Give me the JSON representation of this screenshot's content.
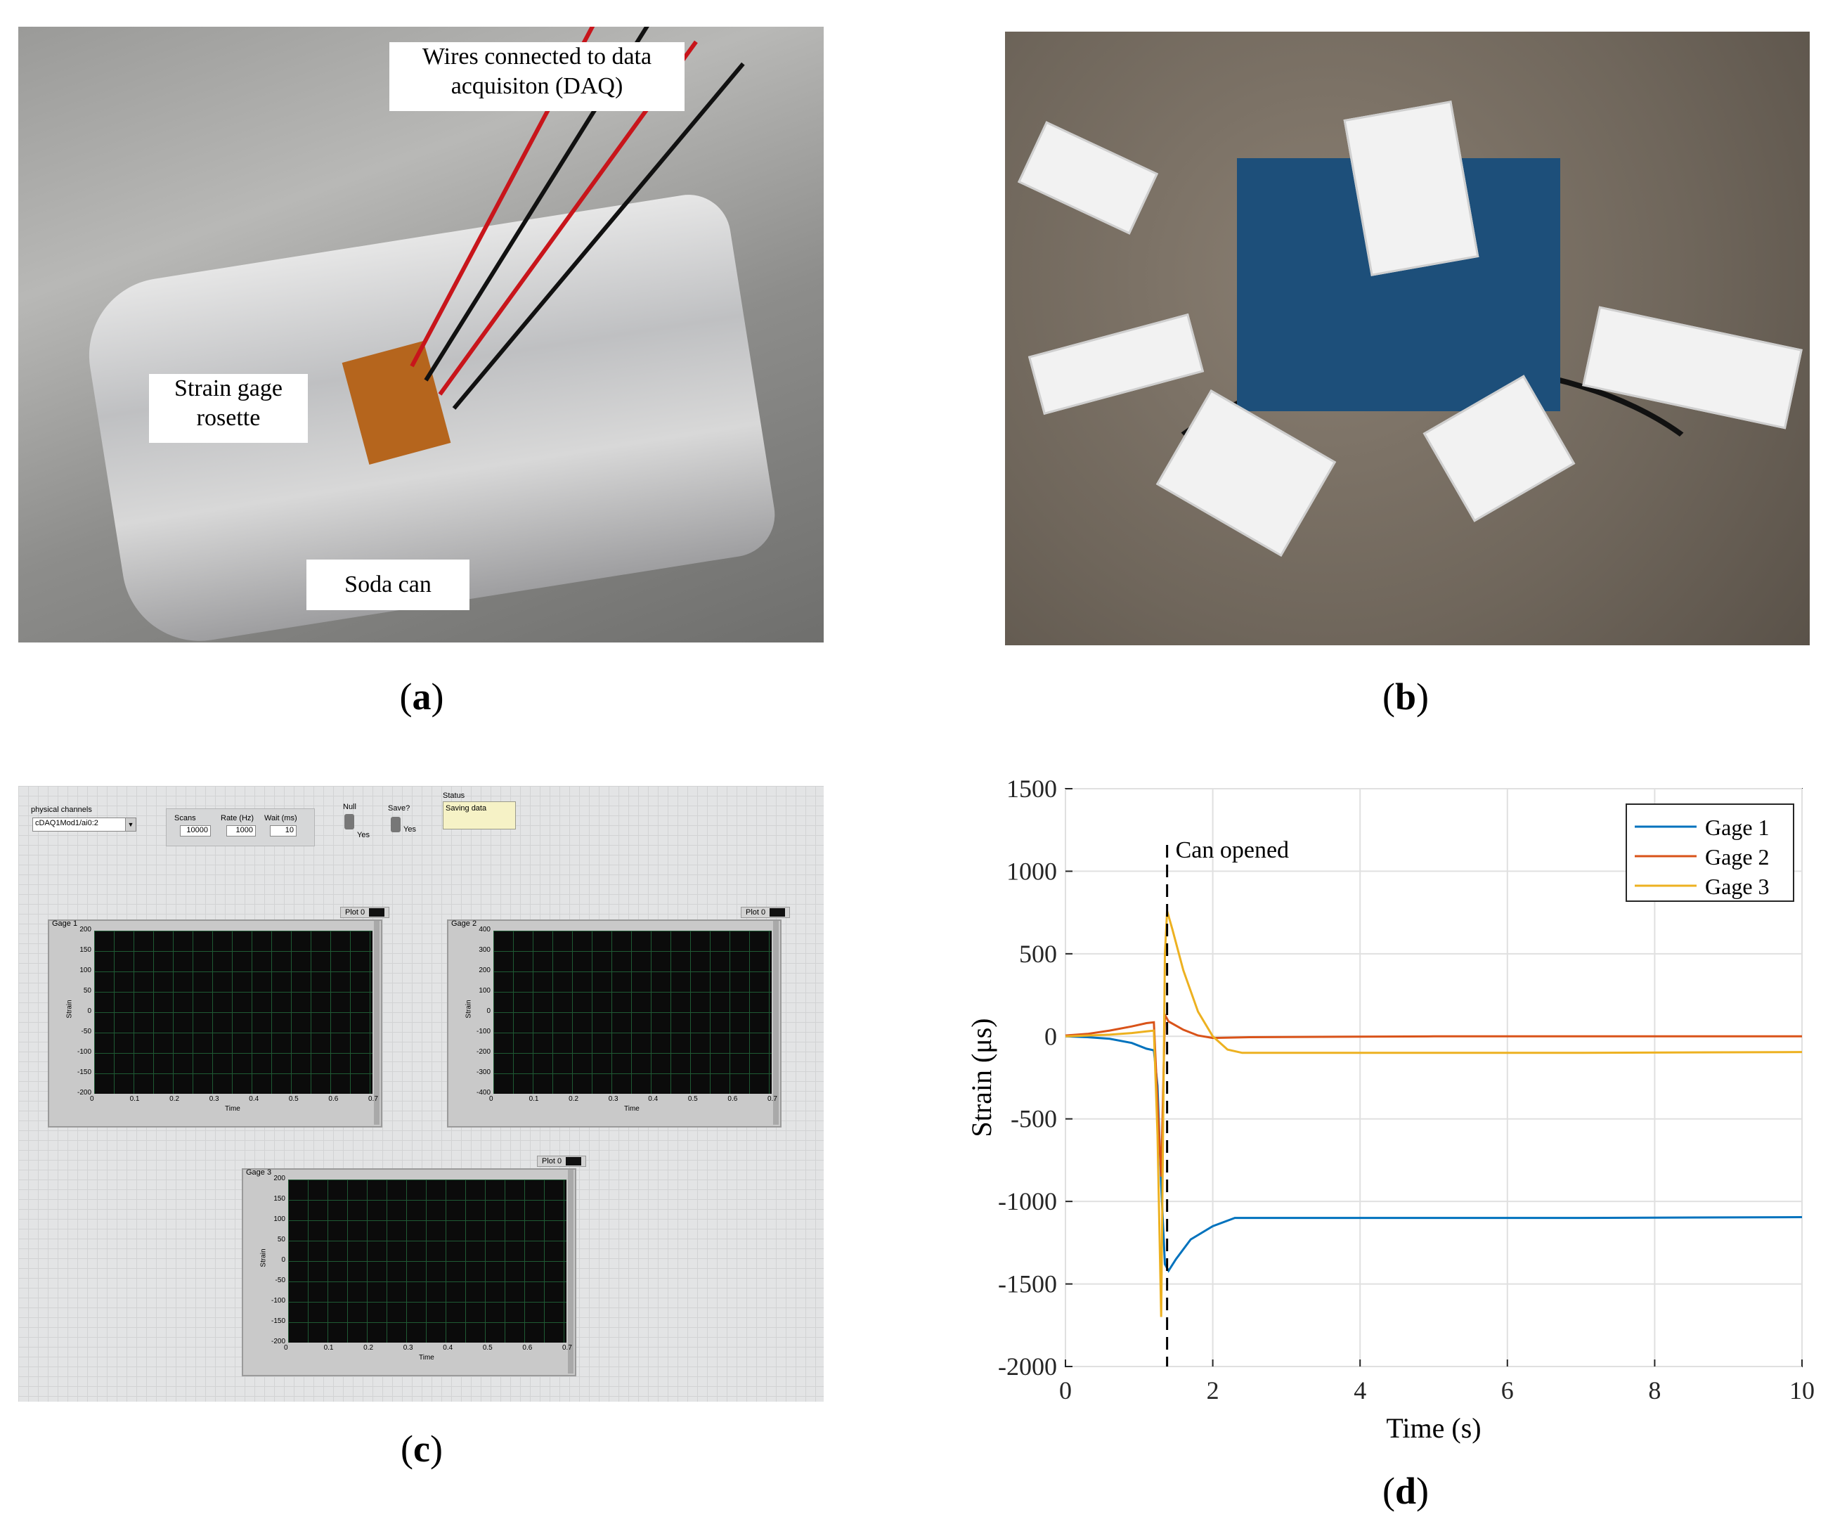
{
  "captions": {
    "a": "a",
    "b": "b",
    "c": "c",
    "d": "d"
  },
  "photo_a": {
    "label_wires": "Wires connected to data acquisiton (DAQ)",
    "label_gage": "Strain gage rosette",
    "label_can": "Soda can"
  },
  "photo_b": {},
  "labview": {
    "physical_channels_label": "physical channels",
    "physical_channels_value": "cDAQ1Mod1/ai0:2",
    "scans_label": "Scans",
    "scans_value": "10000",
    "rate_label": "Rate (Hz)",
    "rate_value": "1000",
    "wait_label": "Wait (ms)",
    "wait_value": "10",
    "null_label": "Null",
    "null_yes": "Yes",
    "save_label": "Save?",
    "save_yes": "Yes",
    "status_label": "Status",
    "status_value": "Saving data",
    "legend_label": "Plot 0",
    "charts": [
      {
        "title": "Gage 1",
        "ylabel": "Strain",
        "xlabel": "Time",
        "yticks": [
          "200",
          "150",
          "100",
          "50",
          "0",
          "-50",
          "-100",
          "-150",
          "-200"
        ],
        "xticks": [
          "0",
          "0.1",
          "0.2",
          "0.3",
          "0.4",
          "0.5",
          "0.6",
          "0.7"
        ]
      },
      {
        "title": "Gage 2",
        "ylabel": "Strain",
        "xlabel": "Time",
        "yticks": [
          "400",
          "300",
          "200",
          "100",
          "0",
          "-100",
          "-200",
          "-300",
          "-400"
        ],
        "xticks": [
          "0",
          "0.1",
          "0.2",
          "0.3",
          "0.4",
          "0.5",
          "0.6",
          "0.7"
        ]
      },
      {
        "title": "Gage 3",
        "ylabel": "Strain",
        "xlabel": "Time",
        "yticks": [
          "200",
          "150",
          "100",
          "50",
          "0",
          "-50",
          "-100",
          "-150",
          "-200"
        ],
        "xticks": [
          "0",
          "0.1",
          "0.2",
          "0.3",
          "0.4",
          "0.5",
          "0.6",
          "0.7"
        ]
      }
    ]
  },
  "chart_data": {
    "type": "line",
    "title": "",
    "xlabel": "Time (s)",
    "ylabel": "Strain (μs)",
    "xlim": [
      0,
      10
    ],
    "ylim": [
      -2000,
      1500
    ],
    "xticks": [
      0,
      2,
      4,
      6,
      8,
      10
    ],
    "yticks": [
      1500,
      1000,
      500,
      0,
      -500,
      -1000,
      -1500,
      -2000
    ],
    "grid": true,
    "legend_position": "top-right",
    "annotation": {
      "text": "Can opened",
      "x": 1.38
    },
    "series": [
      {
        "name": "Gage 1",
        "color": "#0072BD",
        "x": [
          0,
          0.3,
          0.6,
          0.9,
          1.1,
          1.2,
          1.25,
          1.3,
          1.35,
          1.4,
          1.5,
          1.7,
          2.0,
          2.3,
          3,
          5,
          7,
          10
        ],
        "y": [
          0,
          -5,
          -15,
          -40,
          -75,
          -85,
          -300,
          -900,
          -1380,
          -1420,
          -1350,
          -1230,
          -1150,
          -1100,
          -1100,
          -1100,
          -1100,
          -1095
        ]
      },
      {
        "name": "Gage 2",
        "color": "#D95319",
        "x": [
          0,
          0.3,
          0.6,
          0.9,
          1.1,
          1.2,
          1.25,
          1.3,
          1.35,
          1.4,
          1.6,
          1.8,
          2.0,
          2.5,
          5,
          10
        ],
        "y": [
          5,
          15,
          35,
          60,
          80,
          85,
          -400,
          -850,
          130,
          90,
          40,
          5,
          -10,
          -5,
          0,
          0
        ]
      },
      {
        "name": "Gage 3",
        "color": "#EDB120",
        "x": [
          0,
          0.3,
          0.6,
          0.9,
          1.1,
          1.2,
          1.25,
          1.3,
          1.35,
          1.38,
          1.45,
          1.6,
          1.8,
          2.0,
          2.2,
          2.4,
          3,
          5,
          7,
          10
        ],
        "y": [
          0,
          5,
          10,
          20,
          30,
          35,
          -600,
          -1700,
          500,
          760,
          650,
          400,
          150,
          0,
          -80,
          -100,
          -100,
          -100,
          -100,
          -95
        ]
      }
    ]
  }
}
